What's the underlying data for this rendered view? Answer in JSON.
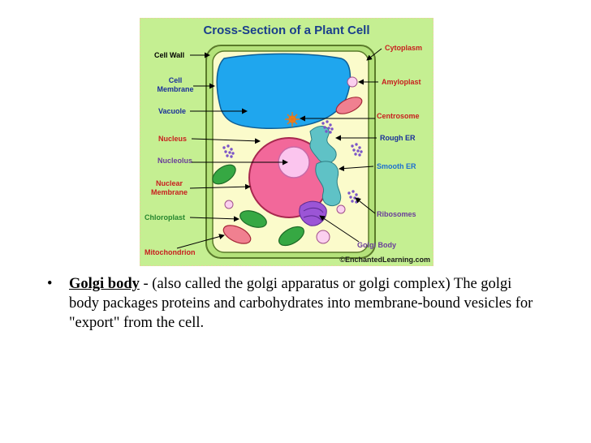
{
  "diagram": {
    "title": "Cross-Section of a Plant Cell",
    "copyright": "©EnchantedLearning.com",
    "labels": {
      "cell_wall": "Cell Wall",
      "cell_membrane_1": "Cell",
      "cell_membrane_2": "Membrane",
      "vacuole": "Vacuole",
      "nucleus": "Nucleus",
      "nucleolus": "Nucleolus",
      "nuclear_membrane_1": "Nuclear",
      "nuclear_membrane_2": "Membrane",
      "chloroplast": "Chloroplast",
      "mitochondrion": "Mitochondrion",
      "cytoplasm": "Cytoplasm",
      "amyloplast": "Amyloplast",
      "centrosome": "Centrosome",
      "rough_er": "Rough ER",
      "smooth_er": "Smooth ER",
      "ribosomes": "Ribosomes",
      "golgi_body": "Golgi Body"
    },
    "colors": {
      "background": "#c5ef92",
      "cytoplasm": "#fbfbcb",
      "vacuole": "#1fa6ee",
      "nucleus": "#f2689a",
      "nucleolus": "#fbc5ee",
      "chloroplast": "#36a843",
      "mitochondrion": "#f08090",
      "golgi": "#9b55d6",
      "er": "#5fc2c6",
      "ribosome": "#7b55c8",
      "label_black": "#000000",
      "label_blue": "#1a2f9a",
      "label_red": "#c81e1e",
      "label_purple": "#6a3d9a",
      "label_cyan": "#1d6fd0",
      "label_green": "#26862f",
      "title": "#1a3e8c"
    }
  },
  "bullet": {
    "dot": "•",
    "term": "Golgi body",
    "description": " - (also called the golgi apparatus or golgi complex) The golgi body packages proteins and carbohydrates into membrane-bound vesicles for \"export\" from the cell."
  }
}
